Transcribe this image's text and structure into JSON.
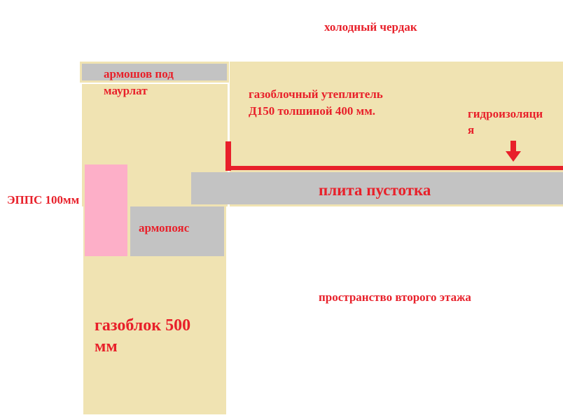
{
  "labels": {
    "cold_attic": "холодный чердак",
    "mauerlat_belt": "армошов под",
    "mauerlat_belt_2": "маурлат",
    "insulation_1": "газоблочный утеплитель",
    "insulation_2": "Д150 толшиной 400 мм.",
    "waterproofing_1": "гидроизоляци",
    "waterproofing_2": "я",
    "slab": "плита пустотка",
    "epps": "ЭППС 100мм",
    "armopoyas": "армопояс",
    "second_floor": "пространство второго этажа",
    "gasblock_1": "газоблок 500",
    "gasblock_2": "мм"
  },
  "colors": {
    "gasblock": "#f0e3b2",
    "concrete": "#c3c3c3",
    "epps": "#fdafc8",
    "text": "#e8202a"
  }
}
